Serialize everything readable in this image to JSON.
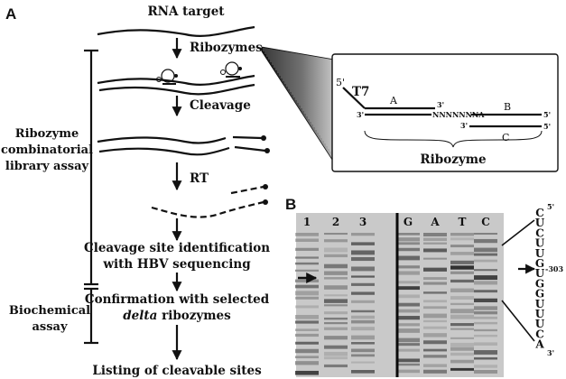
{
  "panels": {
    "a": "A",
    "b": "B"
  },
  "flow": {
    "rna_target": "RNA target",
    "ribozymes": "Ribozymes",
    "cleavage": "Cleavage",
    "rt": "RT",
    "identification_line1": "Cleavage site identification",
    "identification_line2": "with HBV sequencing",
    "confirmation_line1": "Confirmation with selected",
    "confirmation_delta": "delta",
    "confirmation_rest": " ribozymes",
    "listing": "Listing of cleavable sites"
  },
  "brackets": {
    "combinatorial_line1": "Ribozyme",
    "combinatorial_line2": "combinatorial",
    "combinatorial_line3": "library assay",
    "biochemical_line1": "Biochemical",
    "biochemical_line2": "assay"
  },
  "inset": {
    "t7": "T7",
    "five_prime": "5'",
    "three_prime": "3'",
    "label_a": "A",
    "label_b": "B",
    "label_c": "C",
    "linker": "NNNNNNNA",
    "ribozyme": "Ribozyme"
  },
  "gel": {
    "lanes": [
      "1",
      "2",
      "3",
      "G",
      "A",
      "T",
      "C"
    ],
    "sequence": [
      "C",
      "U",
      "C",
      "U",
      "U",
      "G",
      "U",
      "G",
      "G",
      "U",
      "U",
      "U",
      "C",
      "A"
    ],
    "five_prime": "5'",
    "three_prime": "3'",
    "site_label": "-303"
  }
}
